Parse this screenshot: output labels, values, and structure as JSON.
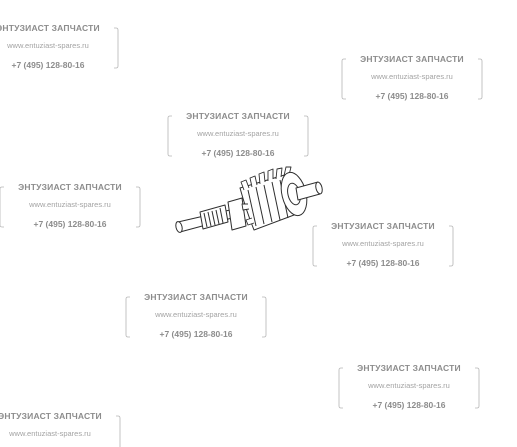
{
  "watermark": {
    "company": "ЭНТУЗИАСТ ЗАПЧАСТИ",
    "website": "www.entuziast-spares.ru",
    "phone": "+7 (495) 128-80-16"
  },
  "colors": {
    "watermark_text": "#8c8c8c",
    "part_stroke": "#333333"
  },
  "part": {
    "icon": "gear-shaft-icon"
  }
}
